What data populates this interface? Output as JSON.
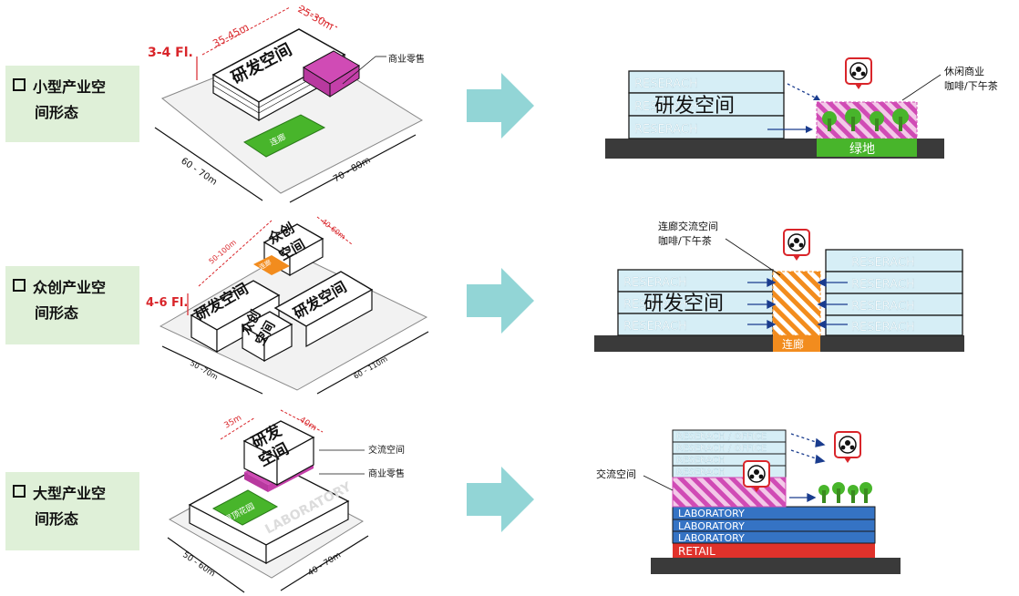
{
  "rows": [
    {
      "label_line1": "小型产业空",
      "label_line2": "间形态",
      "iso": {
        "floors": "3-4 Fl.",
        "dim_top_a": "35-45m",
        "dim_top_b": "25-30m",
        "dim_bottom_a": "60 - 70m",
        "dim_bottom_b": "70 - 80m",
        "building_label": "研发空间",
        "corridor_label": "连廊",
        "callout": "商业零售"
      },
      "section": {
        "floor_labels": [
          "RESERACH",
          "RESERACH",
          "RESERACH"
        ],
        "building_label": "研发空间",
        "ground_label": "绿地",
        "callout_line1": "休闲商业",
        "callout_line2": "咖啡/下午茶"
      }
    },
    {
      "label_line1": "众创产业空",
      "label_line2": "间形态",
      "iso": {
        "floors": "4-6 Fl.",
        "dim_top_a": "50-100m",
        "dim_top_b": "40-60m",
        "dim_bottom_a": "50 -70m",
        "dim_bottom_b": "60 - 110m",
        "building_label_a": "研发空间",
        "building_label_b": "研发空间",
        "cowork_label_a_1": "众创",
        "cowork_label_a_2": "空间",
        "cowork_label_b_1": "众创",
        "cowork_label_b_2": "空间",
        "corridor_label": "连廊"
      },
      "section": {
        "left_floor_labels": [
          "RESERACH",
          "RESERACH",
          "RESERACH"
        ],
        "right_floor_labels": [
          "RESERACH",
          "RESERACH",
          "RESERACH",
          "RESERACH"
        ],
        "building_label": "研发空间",
        "corridor_label": "连廊",
        "callout_line1": "连廊交流空间",
        "callout_line2": "咖啡/下午茶"
      }
    },
    {
      "label_line1": "大型产业空",
      "label_line2": "间形态",
      "iso": {
        "dim_top_a": "35m",
        "dim_top_b": "40m",
        "dim_bottom_a": "50 - 60m",
        "dim_bottom_b": "40 - 70m",
        "tower_label_1": "研发",
        "tower_label_2": "空间",
        "roof_garden": "屋顶花园",
        "podium_label": "LABORATORY",
        "callout_a": "交流空间",
        "callout_b": "商业零售"
      },
      "section": {
        "office_labels": [
          "RESERACH / OFFICE",
          "RESERACH / OFFICE",
          "RESERACH",
          "RESERACH"
        ],
        "lab_labels": [
          "LABORATORY",
          "LABORATORY",
          "LABORATORY"
        ],
        "retail_label": "RETAIL",
        "callout": "交流空间"
      }
    }
  ],
  "colors": {
    "label_bg": "#dff0d8",
    "arrow": "#92d5d6",
    "research_fill": "#d6eef6",
    "research_stroke": "#1a1a1a",
    "magenta": "#d04bb5",
    "green": "#48b52b",
    "orange": "#f28c1e",
    "blue": "#3573c4",
    "red": "#e0322b",
    "ground": "#3a3a3a",
    "dim_red": "#d9252a"
  },
  "icons": [
    "people-exchange-icon",
    "tree-icon",
    "right-arrow-icon"
  ]
}
